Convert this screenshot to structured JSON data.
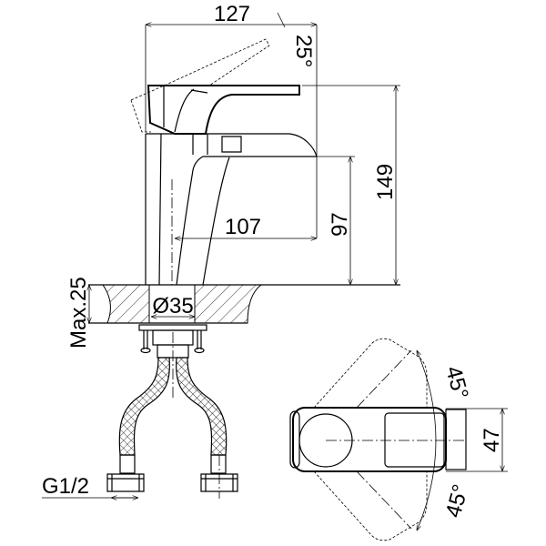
{
  "drawing": {
    "side_view": {
      "total_width": "127",
      "handle_angle": "25°",
      "total_height": "149",
      "spout_height": "97",
      "spout_reach": "107",
      "max_counter_thickness": "Max.25",
      "hole_diameter": "Ø35",
      "connection_thread": "G1/2"
    },
    "top_view": {
      "body_width": "47",
      "rotation_left": "45°",
      "rotation_right": "45°"
    }
  }
}
